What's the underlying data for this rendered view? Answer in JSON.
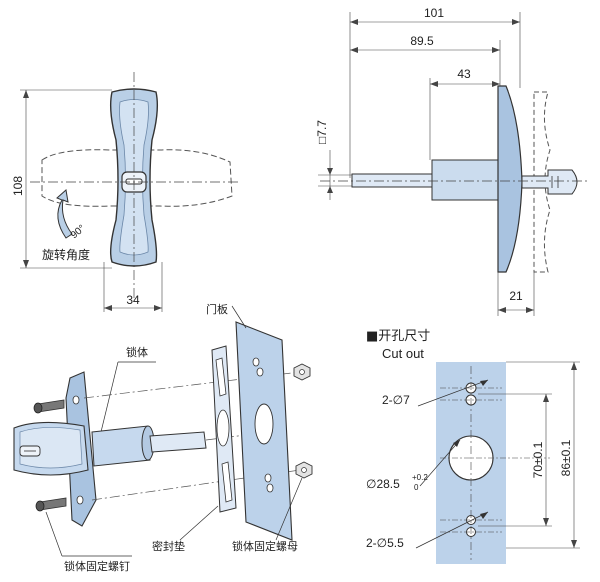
{
  "front_view": {
    "height_label": "108",
    "width_label": "34",
    "rotation_label": "90°",
    "rotation_caption": "旋转角度"
  },
  "side_view": {
    "overall_label": "101",
    "shaft_label": "89.5",
    "body_label": "43",
    "square_label": "□7.7",
    "depth_label": "21"
  },
  "exploded_view": {
    "label_body": "锁体",
    "label_door_panel": "门板",
    "label_seal": "密封垫",
    "label_screw": "锁体固定螺钉",
    "label_nut": "锁体固定螺母"
  },
  "cutout": {
    "title_cn": "■开孔尺寸",
    "title_en": "Cut out",
    "small_hole_top": "2-∅7",
    "center_hole": "∅28.5",
    "center_tol_upper": "+0.2",
    "center_tol_lower": "0",
    "small_hole_bottom": "2-∅5.5",
    "inner_pitch": "70±0.1",
    "outer_pitch": "86±0.1"
  },
  "colors": {
    "metal": "#b9cfe6",
    "metal_dark": "#7d9bbd",
    "panel": "#bcd2ea",
    "line": "#333333"
  }
}
